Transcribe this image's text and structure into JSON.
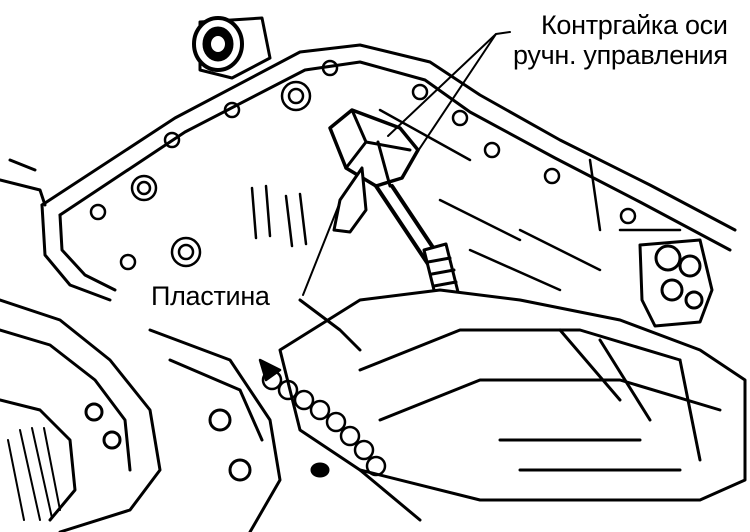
{
  "labels": {
    "locknut_line1": "Контргайка оси",
    "locknut_line2": "ручн. управления",
    "plate": "Пластина"
  },
  "colors": {
    "ink": "#000000",
    "paper": "#ffffff"
  }
}
